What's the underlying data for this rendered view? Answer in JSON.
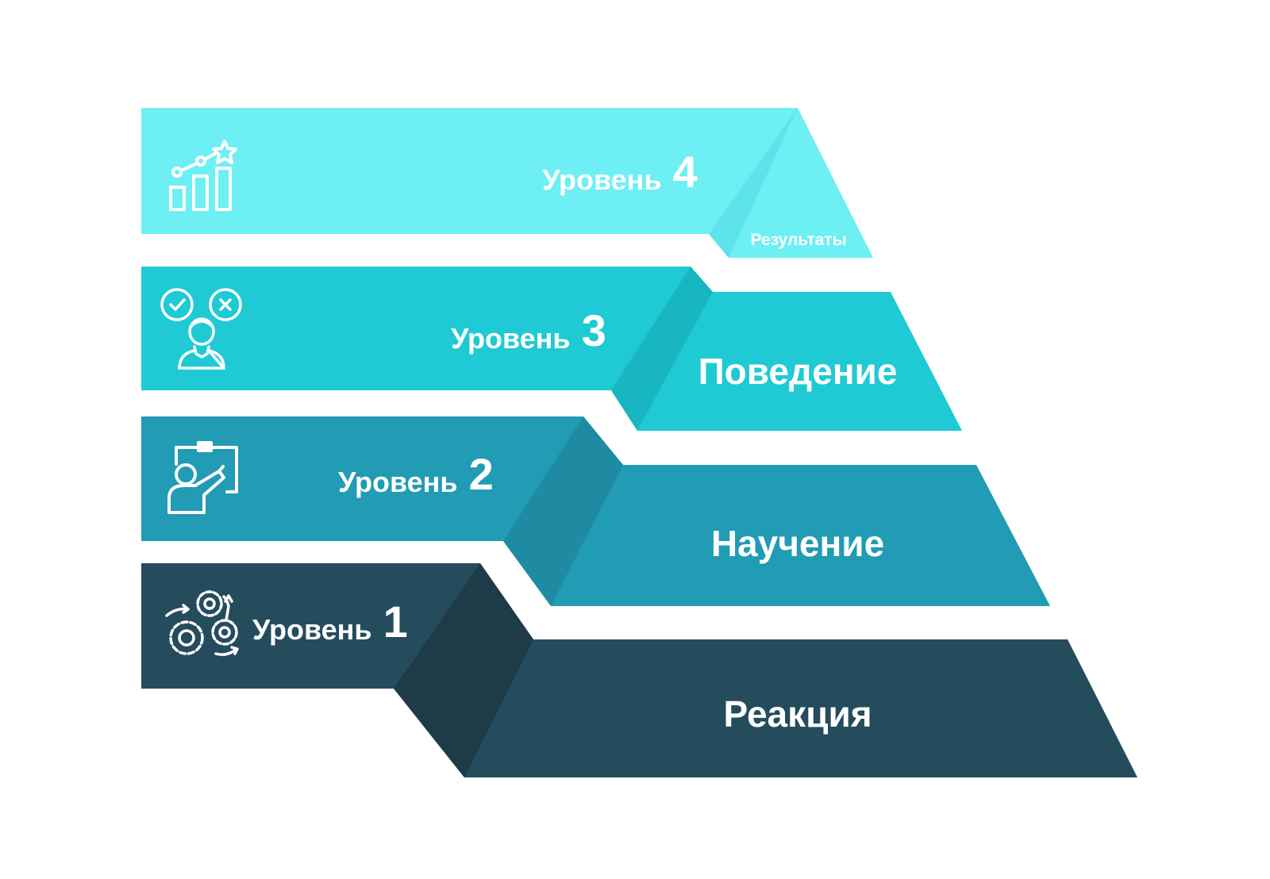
{
  "colors": {
    "level4": "#6DEFF4",
    "level4_side": "#5EE3EA",
    "level3": "#1FCAD5",
    "level3_side": "#17B6C1",
    "level2": "#229BB4",
    "level2_side": "#1E8BA3",
    "level1": "#254C5C",
    "level1_side": "#1F3B48",
    "icon": "#ffffff"
  },
  "levels": [
    {
      "word": "Уровень",
      "number": "4",
      "title": "Результаты",
      "icon": "chart-growth-star-icon"
    },
    {
      "word": "Уровень",
      "number": "3",
      "title": "Поведение",
      "icon": "person-decision-icon"
    },
    {
      "word": "Уровень",
      "number": "2",
      "title": "Научение",
      "icon": "presenter-board-icon"
    },
    {
      "word": "Уровень",
      "number": "1",
      "title": "Реакция",
      "icon": "gears-process-icon"
    }
  ]
}
